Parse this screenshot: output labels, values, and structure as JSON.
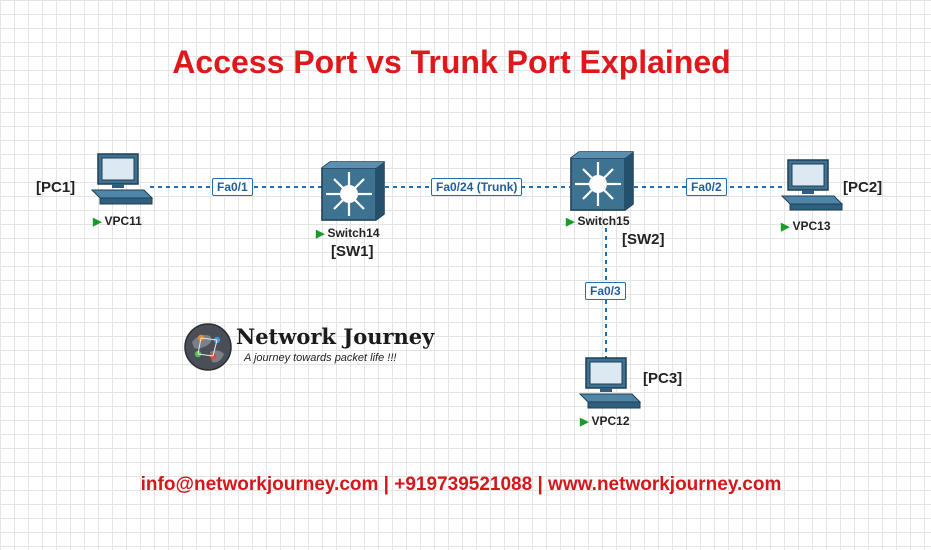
{
  "title": "Access Port vs Trunk Port Explained",
  "links": [
    {
      "from": "VPC11",
      "to": "Switch14",
      "port": "Fa0/1"
    },
    {
      "from": "Switch14",
      "to": "Switch15",
      "port": "Fa0/24 (Trunk)"
    },
    {
      "from": "Switch15",
      "to": "VPC13",
      "port": "Fa0/2"
    },
    {
      "from": "Switch15",
      "to": "VPC12",
      "port": "Fa0/3"
    }
  ],
  "nodes": {
    "pc1": {
      "name": "VPC11",
      "tag": "[PC1]",
      "icon": "pc-icon"
    },
    "sw1": {
      "name": "Switch14",
      "tag": "[SW1]",
      "icon": "multilayer-switch-icon"
    },
    "sw2": {
      "name": "Switch15",
      "tag": "[SW2]",
      "icon": "multilayer-switch-icon"
    },
    "pc2": {
      "name": "VPC13",
      "tag": "[PC2]",
      "icon": "pc-icon"
    },
    "pc3": {
      "name": "VPC12",
      "tag": "[PC3]",
      "icon": "pc-icon"
    }
  },
  "logo": {
    "name": "Network Journey",
    "tagline": "A journey towards packet life !!!"
  },
  "footer": "info@networkjourney.com | +919739521088 | www.networkjourney.com",
  "colors": {
    "title": "#e0181c",
    "link": "#1f6fb5",
    "device": "#2f5f7f",
    "status": "#1a9c2a",
    "footer": "#d4171b"
  }
}
